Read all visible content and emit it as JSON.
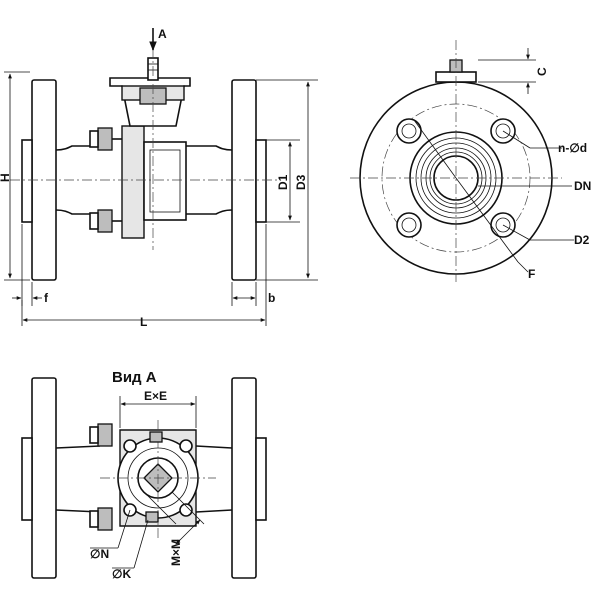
{
  "labels": {
    "view_arrow": "A",
    "H": "H",
    "D1": "D1",
    "D3": "D3",
    "f": "f",
    "b": "b",
    "L": "L",
    "C": "C",
    "n_d": "n-∅d",
    "DN": "DN",
    "D2": "D2",
    "F": "F",
    "view_title": "Вид А",
    "ExE": "E×E",
    "N": "∅N",
    "K": "∅K",
    "MxM": "M×M"
  }
}
